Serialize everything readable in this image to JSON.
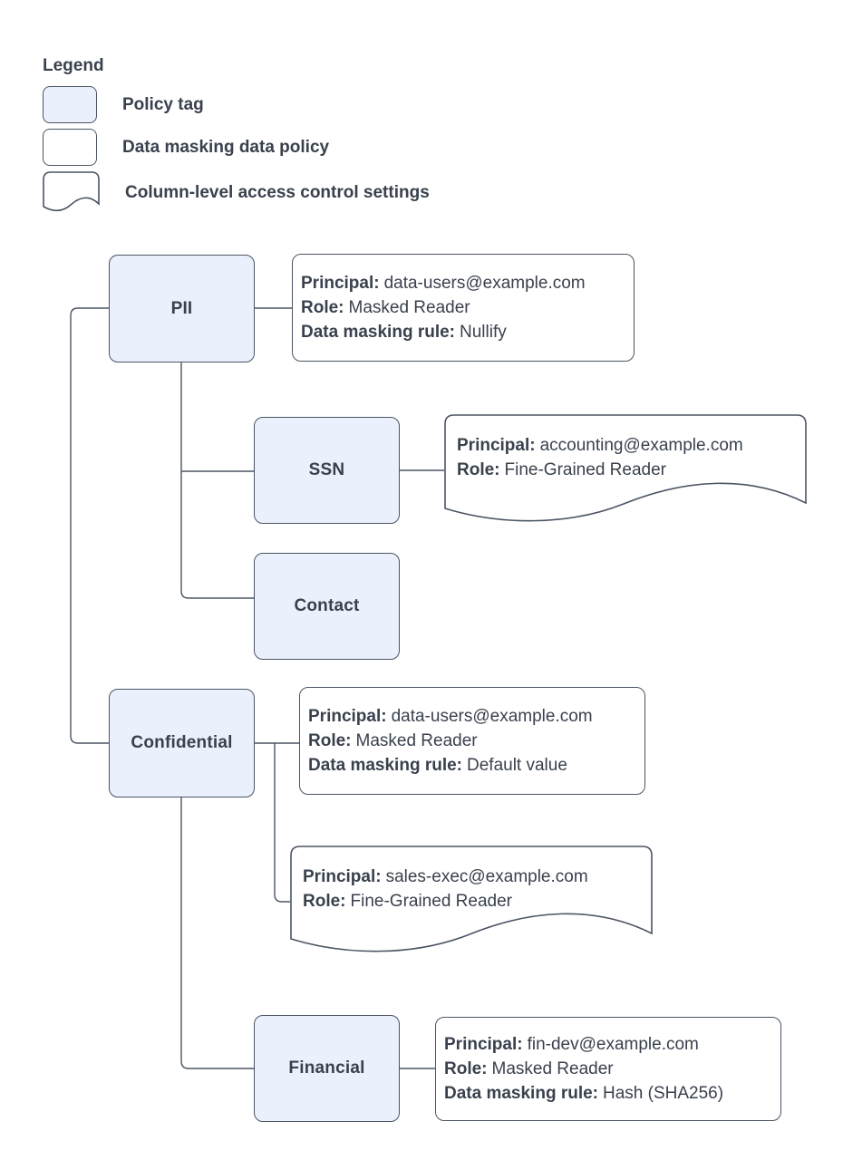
{
  "colors": {
    "ink": "#39414d",
    "stroke": "#4b5564",
    "tag_fill": "#eaf1fc",
    "card_fill": "#ffffff"
  },
  "legend": {
    "title": "Legend",
    "items": [
      {
        "swatch": "policy-tag",
        "label": "Policy tag"
      },
      {
        "swatch": "data-masking-data-policy",
        "label": "Data masking data policy"
      },
      {
        "swatch": "column-level-access-control",
        "label": "Column-level access control settings"
      }
    ]
  },
  "tags": [
    {
      "label": "PII"
    },
    {
      "label": "SSN"
    },
    {
      "label": "Contact"
    },
    {
      "label": "Confidential"
    },
    {
      "label": "Financial"
    }
  ],
  "policies": [
    {
      "attached_to": "PII",
      "kind": "data-masking-data-policy",
      "lines": [
        {
          "label": "Principal:",
          "value": "data-users@example.com"
        },
        {
          "label": "Role:",
          "value": "Masked Reader"
        },
        {
          "label": "Data masking rule:",
          "value": "Nullify"
        }
      ]
    },
    {
      "attached_to": "SSN",
      "kind": "column-level-access-control",
      "lines": [
        {
          "label": "Principal:",
          "value": "accounting@example.com"
        },
        {
          "label": "Role:",
          "value": "Fine-Grained Reader"
        }
      ]
    },
    {
      "attached_to": "Confidential",
      "kind": "data-masking-data-policy",
      "lines": [
        {
          "label": "Principal:",
          "value": "data-users@example.com"
        },
        {
          "label": "Role:",
          "value": "Masked Reader"
        },
        {
          "label": "Data masking rule:",
          "value": "Default value"
        }
      ]
    },
    {
      "attached_to": "Confidential",
      "kind": "column-level-access-control",
      "lines": [
        {
          "label": "Principal:",
          "value": "sales-exec@example.com"
        },
        {
          "label": "Role:",
          "value": "Fine-Grained Reader"
        }
      ]
    },
    {
      "attached_to": "Financial",
      "kind": "data-masking-data-policy",
      "lines": [
        {
          "label": "Principal:",
          "value": "fin-dev@example.com"
        },
        {
          "label": "Role:",
          "value": "Masked Reader"
        },
        {
          "label": "Data masking rule:",
          "value": "Hash (SHA256)"
        }
      ]
    }
  ]
}
